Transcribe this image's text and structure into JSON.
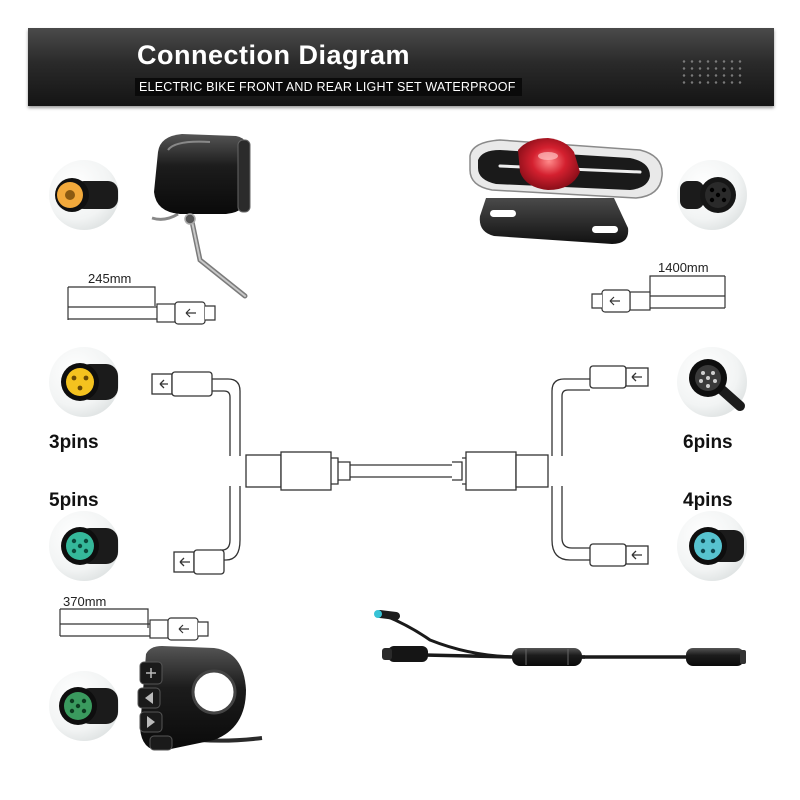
{
  "title": "Connection Diagram",
  "subtitle": "ELECTRIC BIKE FRONT AND REAR LIGHT SET WATERPROOF",
  "labels": {
    "pins3": "3pins",
    "pins5": "5pins",
    "pins6": "6pins",
    "pins4": "4pins"
  },
  "dimensions": {
    "front": "245mm",
    "rear": "1400mm",
    "switch": "370mm"
  },
  "colors": {
    "orange_connector": "#f2a93b",
    "yellow_connector": "#f4c21f",
    "teal_connector": "#35b89a",
    "green_connector": "#3a9a5e",
    "cyan_connector": "#57c3cf",
    "tail_red": "#c0182a"
  }
}
